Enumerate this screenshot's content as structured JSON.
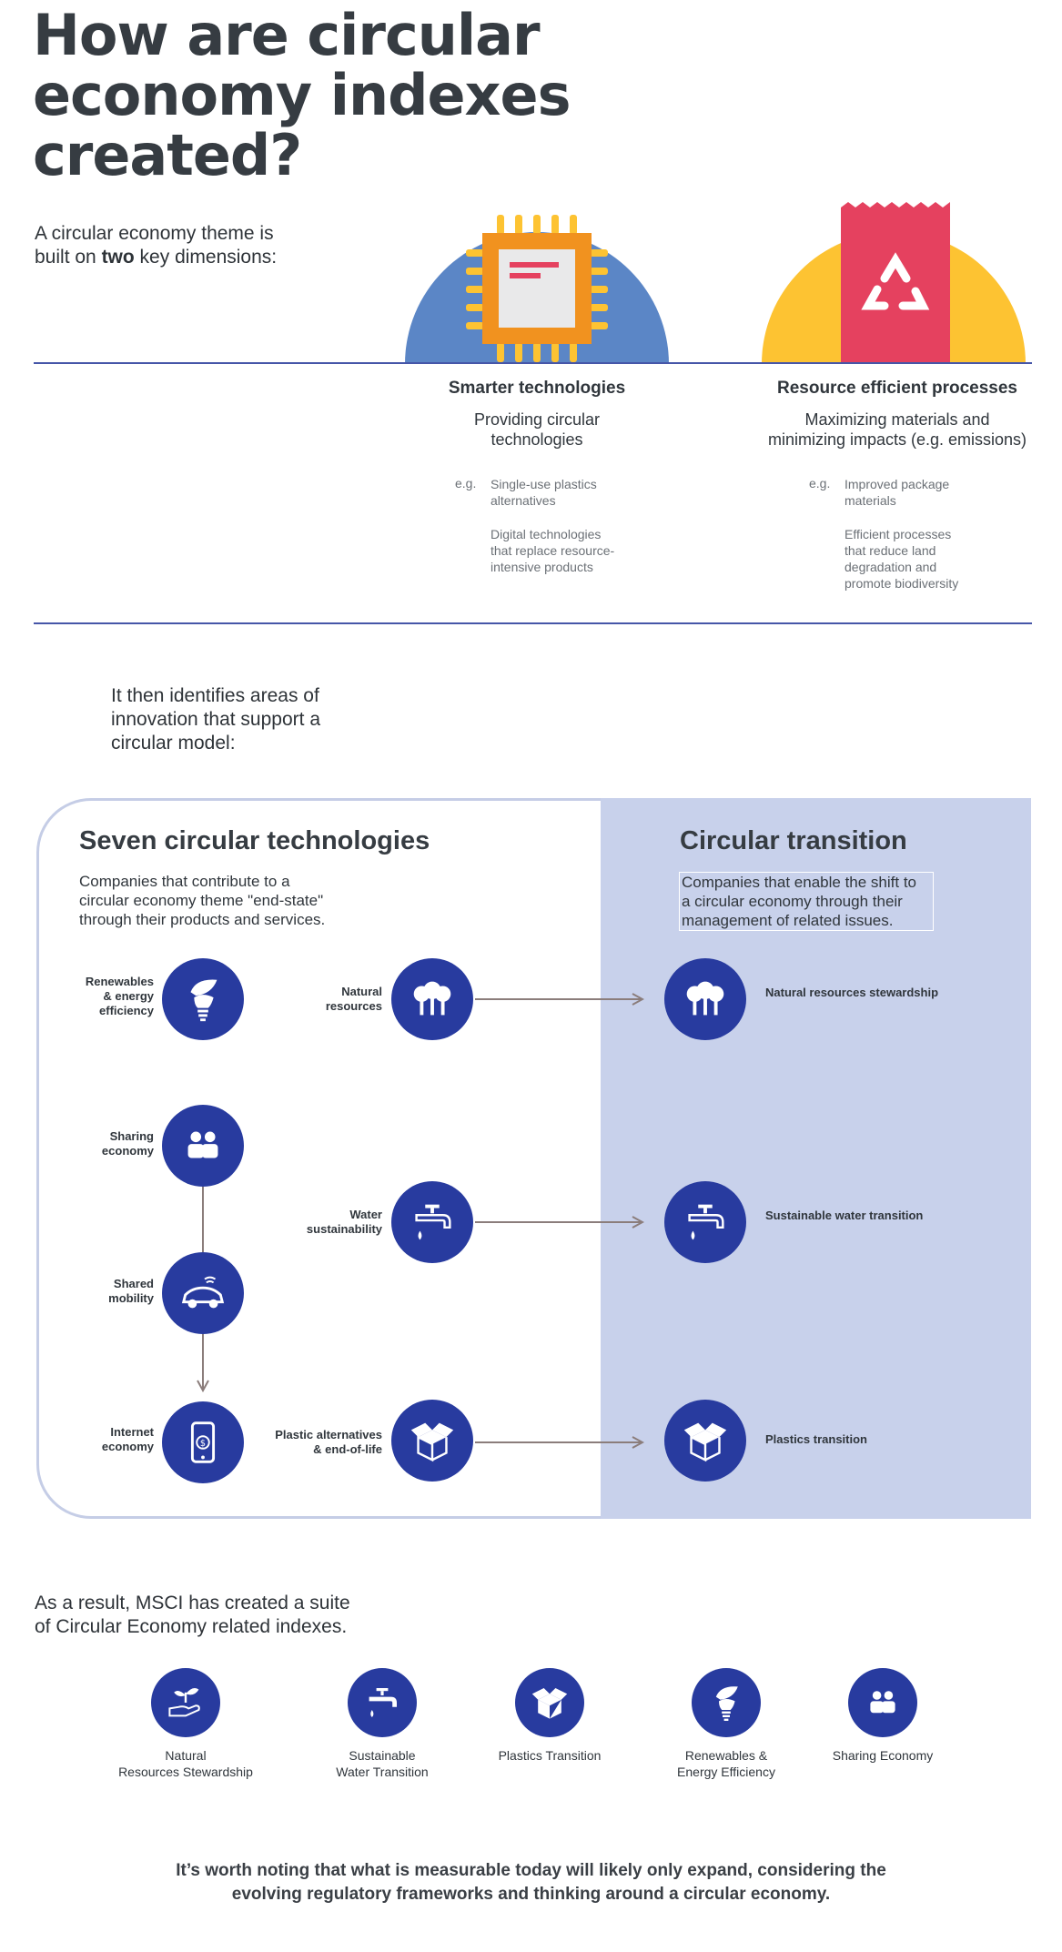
{
  "title_lines": [
    "How are circular",
    "economy indexes",
    "created?"
  ],
  "intro": {
    "line1": "A circular economy theme is",
    "line2_pre": "built on ",
    "line2_bold": "two",
    "line2_post": " key dimensions:"
  },
  "dimensions": [
    {
      "heading": "Smarter technologies",
      "sub_lines": [
        "Providing circular",
        "technologies"
      ],
      "eg": "e.g.",
      "examples": [
        [
          "Single-use plastics",
          "alternatives"
        ],
        [
          "Digital technologies",
          "that replace resource-",
          "intensive products"
        ]
      ]
    },
    {
      "heading": "Resource efficient processes",
      "sub_lines": [
        "Maximizing materials and",
        "minimizing impacts (e.g. emissions)"
      ],
      "eg": "e.g.",
      "examples": [
        [
          "Improved package",
          "materials"
        ],
        [
          "Efficient processes",
          "that reduce land",
          "degradation and",
          "promote biodiversity"
        ]
      ]
    }
  ],
  "mid_lines": [
    "It then identifies areas of",
    "innovation that support a",
    "circular model:"
  ],
  "seven": {
    "title": "Seven circular technologies",
    "desc_lines": [
      "Companies that contribute to a",
      "circular economy theme \"end-state\"",
      "through their products and services."
    ],
    "items": [
      {
        "label_lines": [
          "Renewables",
          "& energy",
          "efficiency"
        ],
        "icon": "bulb-icon"
      },
      {
        "label_lines": [
          "Sharing",
          "economy"
        ],
        "icon": "people-icon"
      },
      {
        "label_lines": [
          "Shared",
          "mobility"
        ],
        "icon": "car-icon"
      },
      {
        "label_lines": [
          "Internet",
          "economy"
        ],
        "icon": "phone-icon"
      },
      {
        "label_lines": [
          "Natural",
          "resources"
        ],
        "icon": "trees-icon"
      },
      {
        "label_lines": [
          "Water",
          "sustainability"
        ],
        "icon": "tap-icon"
      },
      {
        "label_lines": [
          "Plastic alternatives",
          "& end-of-life"
        ],
        "icon": "box-icon"
      }
    ]
  },
  "transition": {
    "title": "Circular transition",
    "desc_lines": [
      "Companies that enable the shift to",
      "a circular economy through their",
      "management of related issues."
    ],
    "items": [
      {
        "label": "Natural resources stewardship",
        "icon": "trees-icon"
      },
      {
        "label": "Sustainable water transition",
        "icon": "tap-icon"
      },
      {
        "label": "Plastics transition",
        "icon": "box-icon"
      }
    ]
  },
  "result_lines": [
    "As a result, MSCI has created a suite",
    "of Circular Economy related indexes."
  ],
  "indexes": [
    {
      "label_lines": [
        "Natural",
        "Resources Stewardship"
      ],
      "icon": "plant-hand-icon"
    },
    {
      "label_lines": [
        "Sustainable",
        "Water Transition"
      ],
      "icon": "tap-icon"
    },
    {
      "label_lines": [
        "Plastics Transition"
      ],
      "icon": "box-icon"
    },
    {
      "label_lines": [
        "Renewables &",
        "Energy Efficiency"
      ],
      "icon": "bulb-icon"
    },
    {
      "label_lines": [
        "Sharing Economy"
      ],
      "icon": "people-icon"
    }
  ],
  "closing_lines": [
    "It’s worth noting that what is measurable today will likely only expand, considering the",
    "evolving regulatory frameworks and thinking around a circular economy."
  ],
  "colors": {
    "navy": "#283b9f",
    "blue": "#5b86c6",
    "yellow": "#fdc332",
    "orange": "#f1921f",
    "red": "#e5415f",
    "panel": "#c8d1eb",
    "rule": "#4656a8",
    "arrow": "#8b7d7b"
  }
}
